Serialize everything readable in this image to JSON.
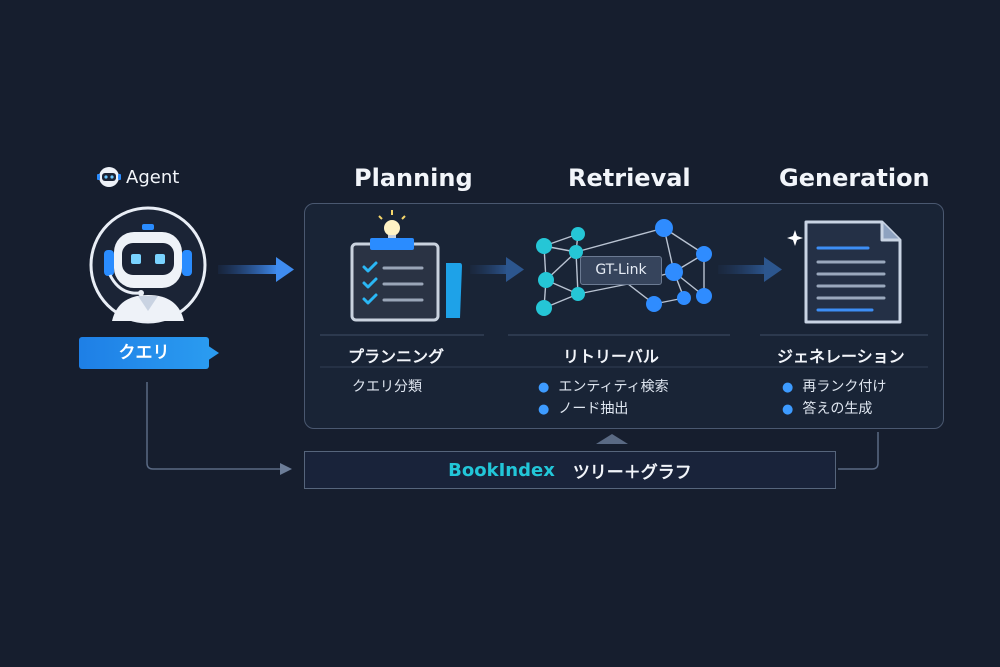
{
  "agent": {
    "label": "Agent",
    "query_label": "クエリ"
  },
  "stages": [
    {
      "title": "Planning",
      "jp_label": "プランニング",
      "items": [
        "クエリ分類"
      ]
    },
    {
      "title": "Retrieval",
      "jp_label": "リトリーバル",
      "badge": "GT-Link",
      "items": [
        "エンティティ検索",
        "ノード抽出"
      ]
    },
    {
      "title": "Generation",
      "jp_label": "ジェネレーション",
      "items": [
        "再ランク付け",
        "答えの生成"
      ]
    }
  ],
  "bookindex": {
    "name": "BookIndex",
    "desc": "ツリー＋グラフ"
  },
  "colors": {
    "background": "#161e2e",
    "accent_blue": "#2a8cff",
    "accent_cyan": "#22c6d8",
    "box_border": "#4a5870"
  }
}
